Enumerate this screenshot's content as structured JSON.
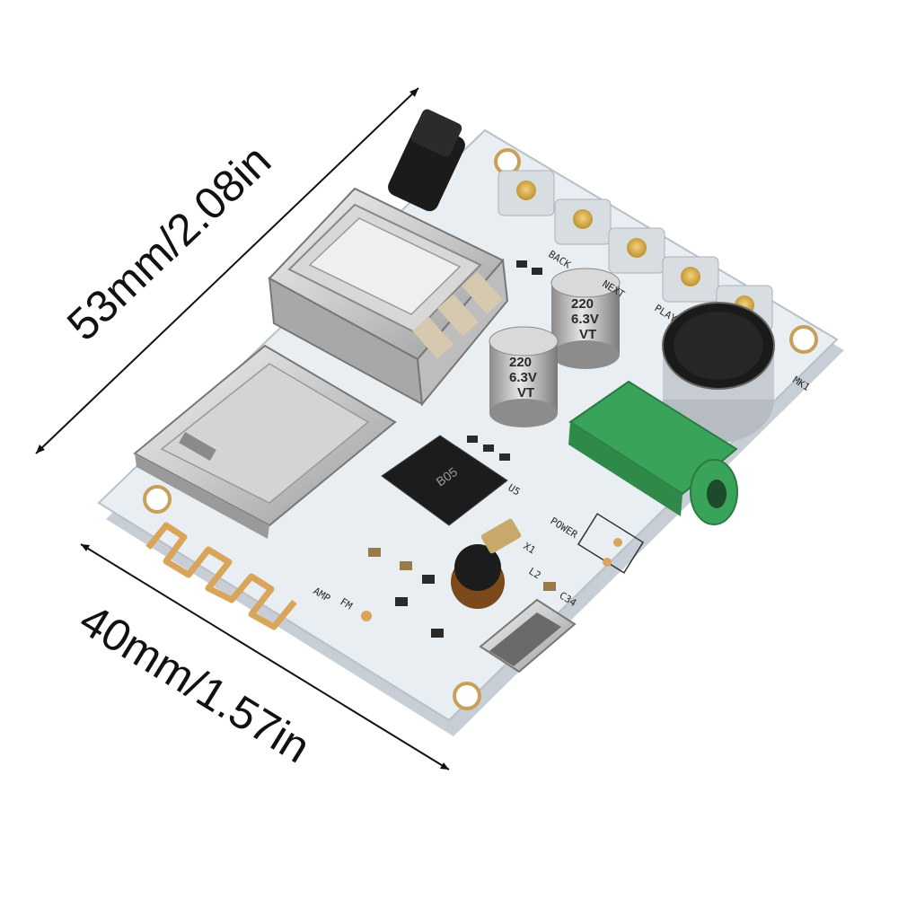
{
  "dimensions": {
    "length_label": "53mm/2.08in",
    "width_label": "40mm/1.57in"
  },
  "board": {
    "chip_label": "B05",
    "capacitor_top_value": "220",
    "capacitor_top_voltage": "6.3V",
    "capacitor_top_series": "VT",
    "capacitor_bottom_value": "220",
    "capacitor_bottom_voltage": "6.3V",
    "capacitor_bottom_series": "VT",
    "silkscreen": {
      "back": "BACK",
      "next": "NEXT",
      "play": "PLAY",
      "mk1": "MK1",
      "power": "POWER",
      "amp": "AMP",
      "fm": "FM",
      "x1": "X1",
      "l2": "L2",
      "u5": "U5",
      "c34": "C34"
    }
  },
  "colors": {
    "board": "#e9eef2",
    "antenna": "#d9a55a",
    "jack": "#3aa35a",
    "dimension_line": "#111111"
  }
}
